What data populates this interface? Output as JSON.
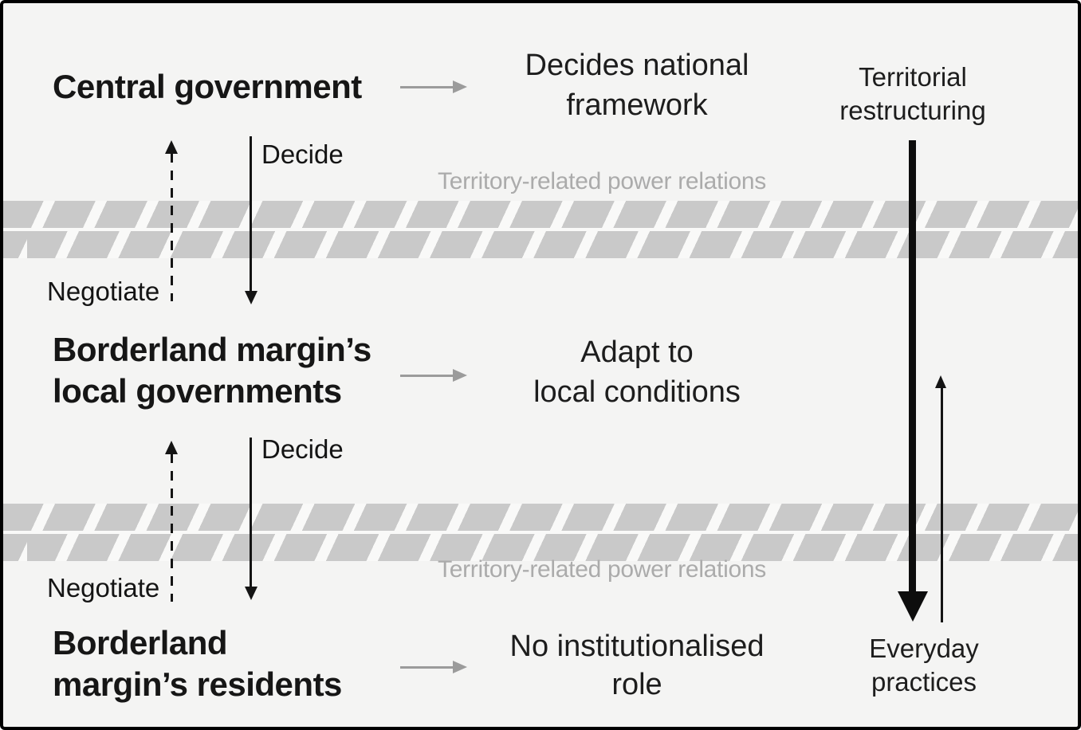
{
  "figure": {
    "type": "hierarchy-flow-diagram",
    "rows": [
      {
        "id": "central-government",
        "title_lines": [
          "Central government"
        ],
        "outcome_lines": [
          "Decides national",
          "framework"
        ]
      },
      {
        "id": "borderland-local-governments",
        "title_lines": [
          "Borderland margin’s",
          "local governments"
        ],
        "outcome_lines": [
          "Adapt to",
          "local conditions"
        ]
      },
      {
        "id": "borderland-residents",
        "title_lines": [
          "Borderland",
          "margin’s residents"
        ],
        "outcome_lines": [
          "No institutionalised",
          "role"
        ]
      }
    ],
    "relations": [
      {
        "decide": "Decide",
        "negotiate": "Negotiate"
      },
      {
        "decide": "Decide",
        "negotiate": "Negotiate"
      }
    ],
    "bands": [
      {
        "label": "Territory-related power relations",
        "label_position": "above-band"
      },
      {
        "label": "Territory-related power relations",
        "label_position": "below-band"
      }
    ],
    "right_column": {
      "top_label_lines": [
        "Territorial",
        "restructuring"
      ],
      "bottom_label_lines": [
        "Everyday",
        "practices"
      ]
    },
    "icons": {
      "flow_arrow": "gray-right-arrow",
      "decide_arrow": "solid-down-arrow",
      "negotiate_arrow": "dashed-up-arrow",
      "territorial_restructuring_arrow": "thick-down-arrow",
      "everyday_practices_arrow": "thin-up-arrow"
    },
    "colors": {
      "background": "#f4f4f3",
      "frame_border": "#000000",
      "text": "#161616",
      "muted_text": "#ababab",
      "stripe": "#c9c9c9",
      "flow_arrow": "#9b9b9b"
    }
  }
}
